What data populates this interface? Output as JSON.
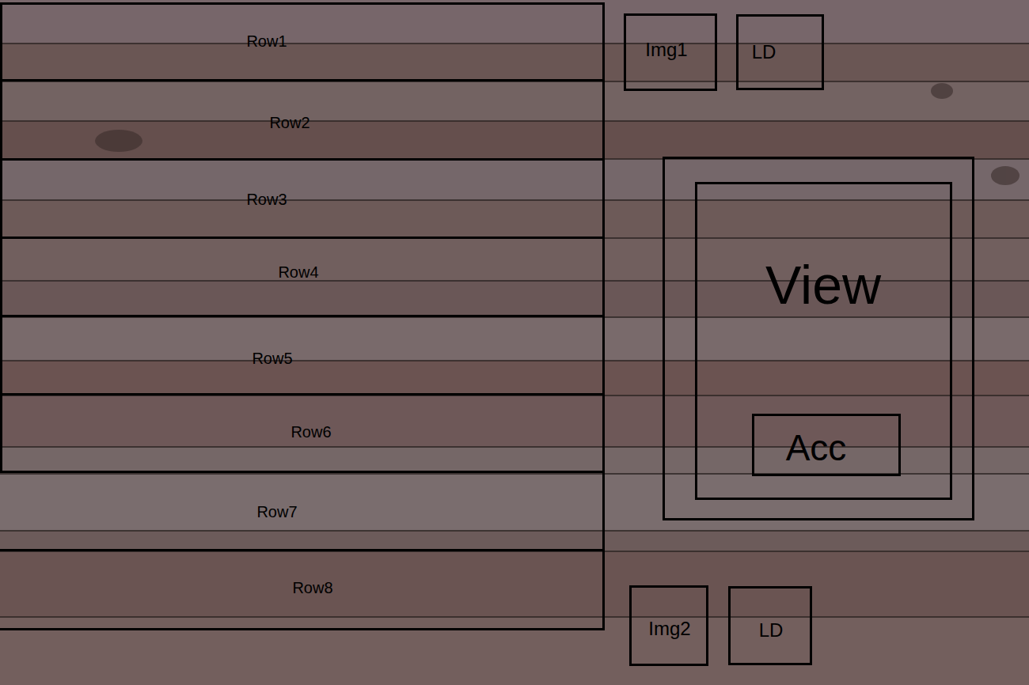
{
  "diagram": {
    "nodes": [
      {
        "text": [
          "Row1"
        ]
      },
      {
        "text": [
          "Row2"
        ]
      },
      {
        "text": [
          "Row3"
        ]
      },
      {
        "text": [
          "Row4"
        ]
      },
      {
        "text": [
          "Row5"
        ]
      },
      {
        "text": [
          "Row6"
        ]
      },
      {
        "text": [
          "Row7"
        ]
      },
      {
        "text": [
          "Row8"
        ]
      },
      {
        "text": [
          "Img1"
        ]
      },
      {
        "text": [
          "LD"
        ]
      },
      {
        "text": [
          "View"
        ]
      },
      {
        "text": [
          "Acc"
        ],
        "in": 10
      },
      {
        "text": [
          "Img2"
        ]
      },
      {
        "text": [
          "LD"
        ]
      }
    ]
  }
}
